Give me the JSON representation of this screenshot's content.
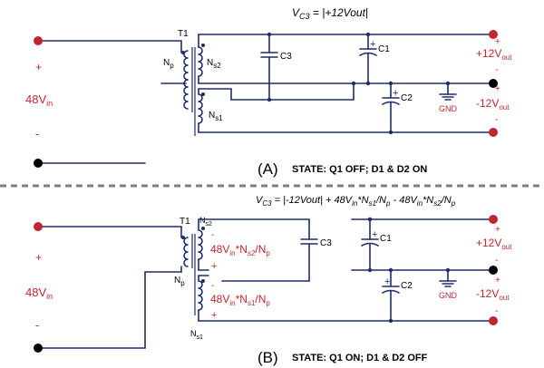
{
  "panel_a": {
    "formula": "V",
    "formula_sub": "C3",
    "formula_rest": " = |+12Vout|",
    "label_letter": "(A)",
    "state": "STATE: Q1 OFF; D1 & D2 ON",
    "t1": "T1",
    "np": "N",
    "np_sub": "p",
    "ns2": "N",
    "ns2_sub": "s2",
    "ns1": "N",
    "ns1_sub": "s1",
    "c1": "C1",
    "c2": "C2",
    "c3": "C3",
    "gnd": "GND",
    "vin": "48V",
    "vin_sub": "in",
    "plus": "+",
    "minus": "-",
    "out_pos": "+12V",
    "out_pos_sub": "out",
    "out_neg": "-12V",
    "out_neg_sub": "out"
  },
  "panel_b": {
    "formula": "V",
    "formula_sub": "C3",
    "formula_rest1": " = |-12Vout| + 48V",
    "formula_sub_in1": "in",
    "formula_rest2": "*N",
    "formula_sub_s1": "s1",
    "formula_rest3": "/N",
    "formula_sub_p1": "p",
    "formula_rest4": " - 48V",
    "formula_sub_in2": "in",
    "formula_rest5": "*N",
    "formula_sub_s2": "s2",
    "formula_rest6": "/N",
    "formula_sub_p2": "p",
    "label_letter": "(B)",
    "state": "STATE: Q1 ON; D1 & D2 OFF",
    "t1": "T1",
    "np": "N",
    "np_sub": "p",
    "ns2": "N",
    "ns2_sub": "s2",
    "ns1": "N",
    "ns1_sub": "s1",
    "c1": "C1",
    "c2": "C2",
    "c3": "C3",
    "gnd": "GND",
    "vin": "48V",
    "vin_sub": "in",
    "plus": "+",
    "minus": "-",
    "out_pos": "+12V",
    "out_pos_sub": "out",
    "out_neg": "-12V",
    "out_neg_sub": "out",
    "ind_s2_a": "48V",
    "ind_s2_a_sub": "in",
    "ind_s2_b": "*N",
    "ind_s2_b_sub": "s2",
    "ind_s2_c": "/N",
    "ind_s2_c_sub": "p",
    "ind_s1_a": "48V",
    "ind_s1_a_sub": "in",
    "ind_s1_b": "*N",
    "ind_s1_b_sub": "s1",
    "ind_s1_c": "/N",
    "ind_s1_c_sub": "p"
  },
  "colors": {
    "wire": "#1f2d6b",
    "terminal": "#c0272d",
    "text_red": "#c0272d",
    "divider": "#7f7f7f"
  }
}
